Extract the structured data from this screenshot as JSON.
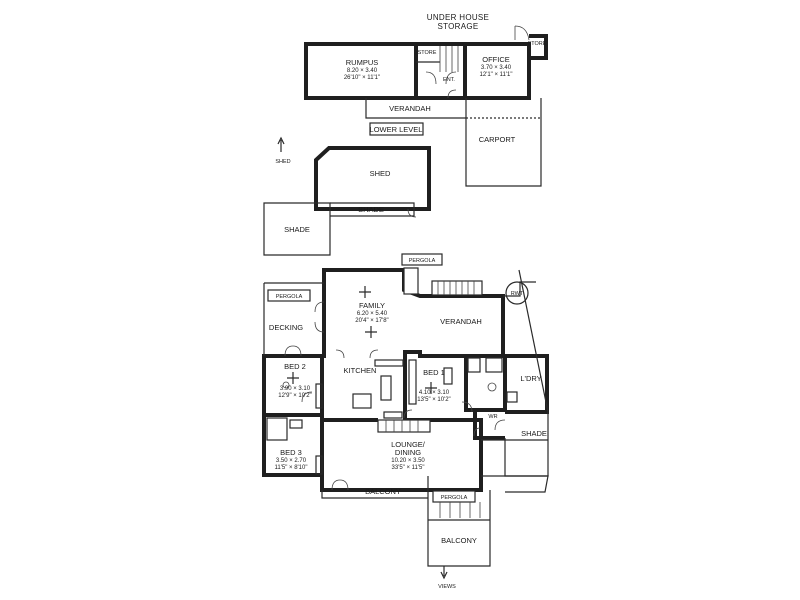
{
  "labels": {
    "under_house": "UNDER HOUSE",
    "storage": "STORAGE",
    "store_left": "STORE",
    "store_right": "STORE",
    "lower_level": "LOWER LEVEL",
    "verandah_lower": "VERANDAH",
    "carport": "CARPORT",
    "ent": "ENT.",
    "shed_marker": "SHED",
    "shed": "SHED",
    "shade_shed": "SHADE",
    "shade_left": "SHADE",
    "pergola_top": "PERGOLA",
    "pergola_left": "PERGOLA",
    "pergola_bottom": "PERGOLA",
    "rwt": "RWT",
    "decking": "DECKING",
    "verandah_upper": "VERANDAH",
    "kitchen": "KITCHEN",
    "ldry": "L'DRY",
    "wr": "WR",
    "shade_right": "SHADE",
    "balcony_main": "BALCONY",
    "balcony_lower": "BALCONY",
    "views": "VIEWS"
  },
  "rooms": {
    "rumpus": {
      "name": "RUMPUS",
      "metric": "8.20 × 3.40",
      "imperial": "26'10\" × 11'1\""
    },
    "office": {
      "name": "OFFICE",
      "metric": "3.70 × 3.40",
      "imperial": "12'1\" × 11'1\""
    },
    "family": {
      "name": "FAMILY",
      "metric": "6.20 × 5.40",
      "imperial": "20'4\" × 17'8\""
    },
    "bed1": {
      "name": "BED 1",
      "metric": "4.10 × 3.10",
      "imperial": "13'5\" × 10'2\""
    },
    "bed2": {
      "name": "BED 2",
      "metric": "3.90 × 3.10",
      "imperial": "12'9\" × 10'2\""
    },
    "bed3": {
      "name": "BED 3",
      "metric": "3.50 × 2.70",
      "imperial": "11'5\" × 8'10\""
    },
    "lounge": {
      "name": "LOUNGE/",
      "name2": "DINING",
      "metric": "10.20 × 3.50",
      "imperial": "33'5\" × 11'5\""
    }
  }
}
